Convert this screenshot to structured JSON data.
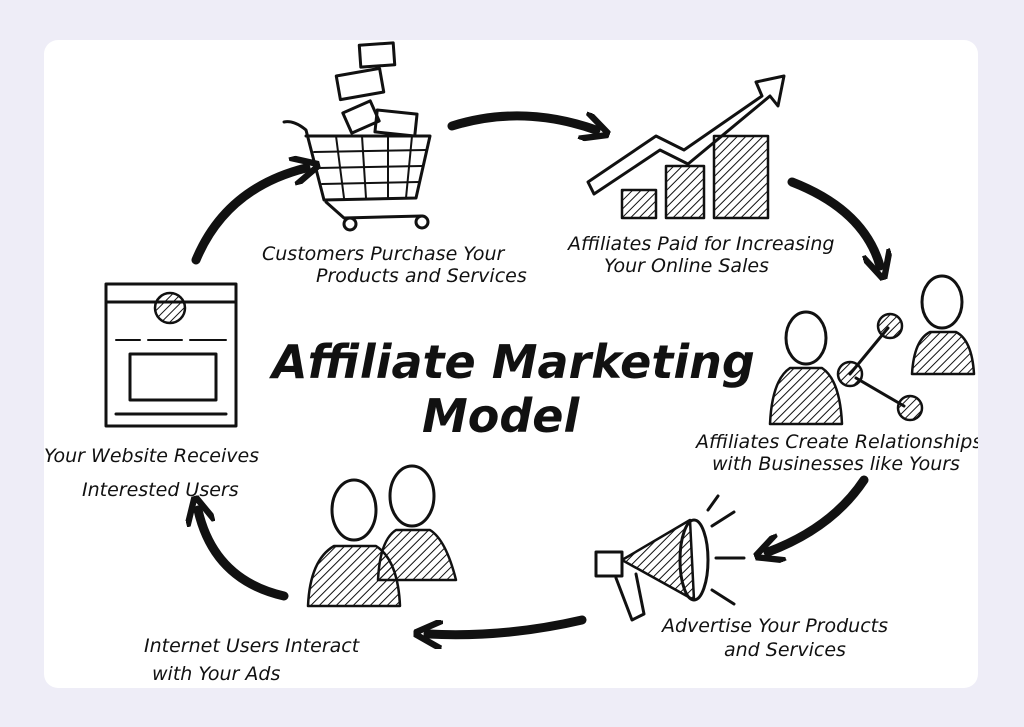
{
  "title": {
    "line1": "Affiliate Marketing",
    "line2": "Model"
  },
  "steps": [
    {
      "icon": "shopping-cart-icon",
      "line1": "Customers Purchase Your",
      "line2": "Products and Services"
    },
    {
      "icon": "growth-chart-icon",
      "line1": "Affiliates Paid for Increasing",
      "line2": "Your Online Sales"
    },
    {
      "icon": "network-people-icon",
      "line1": "Affiliates Create Relationships",
      "line2": "with Businesses like Yours"
    },
    {
      "icon": "megaphone-icon",
      "line1": "Advertise Your Products",
      "line2": "and Services"
    },
    {
      "icon": "users-icon",
      "line1": "Internet Users Interact",
      "line2": "with Your Ads"
    },
    {
      "icon": "website-icon",
      "line1": "Your Website Receives",
      "line2": "Interested Users"
    }
  ],
  "colors": {
    "background": "#eeedf7",
    "card": "#ffffff",
    "ink": "#111111"
  }
}
